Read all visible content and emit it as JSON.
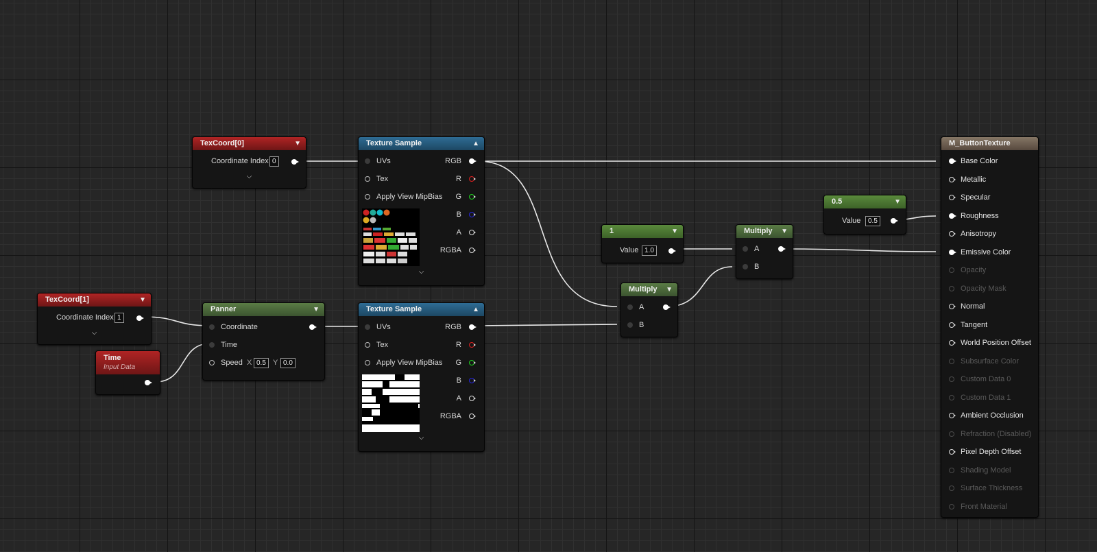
{
  "texcoord0": {
    "title": "TexCoord[0]",
    "label": "Coordinate Index",
    "value": "0"
  },
  "texcoord1": {
    "title": "TexCoord[1]",
    "label": "Coordinate Index",
    "value": "1"
  },
  "time": {
    "title": "Time",
    "subtitle": "Input Data"
  },
  "panner": {
    "title": "Panner",
    "coordinate": "Coordinate",
    "time": "Time",
    "speed": "Speed",
    "x_label": "X",
    "x_value": "0.5",
    "y_label": "Y",
    "y_value": "0.0"
  },
  "texsample1": {
    "title": "Texture Sample",
    "uvs": "UVs",
    "tex": "Tex",
    "mip": "Apply View MipBias",
    "rgb": "RGB",
    "r": "R",
    "g": "G",
    "b": "B",
    "a": "A",
    "rgba": "RGBA"
  },
  "texsample2": {
    "title": "Texture Sample",
    "uvs": "UVs",
    "tex": "Tex",
    "mip": "Apply View MipBias",
    "rgb": "RGB",
    "r": "R",
    "g": "G",
    "b": "B",
    "a": "A",
    "rgba": "RGBA"
  },
  "const1": {
    "title": "1",
    "label": "Value",
    "value": "1.0"
  },
  "const05": {
    "title": "0.5",
    "label": "Value",
    "value": "0.5"
  },
  "multiply1": {
    "title": "Multiply",
    "a": "A",
    "b": "B"
  },
  "multiply2": {
    "title": "Multiply",
    "a": "A",
    "b": "B"
  },
  "material": {
    "title": "M_ButtonTexture",
    "inputs": [
      "Base Color",
      "Metallic",
      "Specular",
      "Roughness",
      "Anisotropy",
      "Emissive Color",
      "Opacity",
      "Opacity Mask",
      "Normal",
      "Tangent",
      "World Position Offset",
      "Subsurface Color",
      "Custom Data 0",
      "Custom Data 1",
      "Ambient Occlusion",
      "Refraction (Disabled)",
      "Pixel Depth Offset",
      "Shading Model",
      "Surface Thickness",
      "Front Material"
    ],
    "enabled": [
      true,
      true,
      true,
      true,
      true,
      true,
      false,
      false,
      true,
      true,
      true,
      false,
      false,
      false,
      true,
      false,
      true,
      false,
      false,
      false
    ]
  },
  "colors": {
    "red_header": "#b02424",
    "blue_header": "#2e6c94",
    "green_header": "#5a7c45",
    "lime_header": "#5a8a3c",
    "brown_header": "#857665",
    "pin_r": "#e01f1f",
    "pin_g": "#1fd41f",
    "pin_b": "#2626e0"
  }
}
